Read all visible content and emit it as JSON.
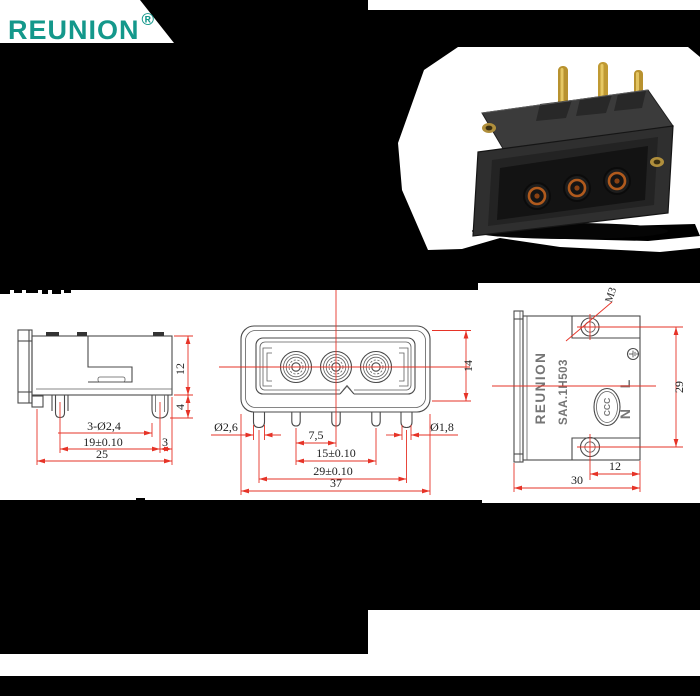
{
  "brand": {
    "name": "REUNION",
    "registered": "®",
    "color": "#14988b"
  },
  "colors": {
    "dimension_red": "#e63327",
    "outline_gray": "#4a4a4a",
    "label_gray": "#757575",
    "page_bg": "#000000"
  },
  "photo": {
    "subject": "3-pin power connector, black housing, gold pins"
  },
  "side_view": {
    "dim_body_height": "12",
    "dim_leg_height": "4",
    "dim_pin_note": "3-Ø2,4",
    "dim_pin_pitch": "19±0.10",
    "dim_edge_gap": "3",
    "dim_overall_width": "25"
  },
  "front_view": {
    "dim_face_height": "14",
    "dim_left_peg_dia": "Ø2,6",
    "dim_half_pitch": "7,5",
    "dim_contact_pitch": "15±0.10",
    "dim_mount_pitch": "29±0.10",
    "dim_overall_width": "37",
    "dim_right_peg_dia": "Ø1,8"
  },
  "back_view": {
    "brand_text": "REUNION",
    "model_text": "SAA.1H503",
    "cert_text": "CCC",
    "terminal_live": "L",
    "terminal_neutral": "N",
    "screw_spec": "M3",
    "dim_hole_pitch": "29",
    "dim_hole_offset": "12",
    "dim_overall_width": "30"
  }
}
